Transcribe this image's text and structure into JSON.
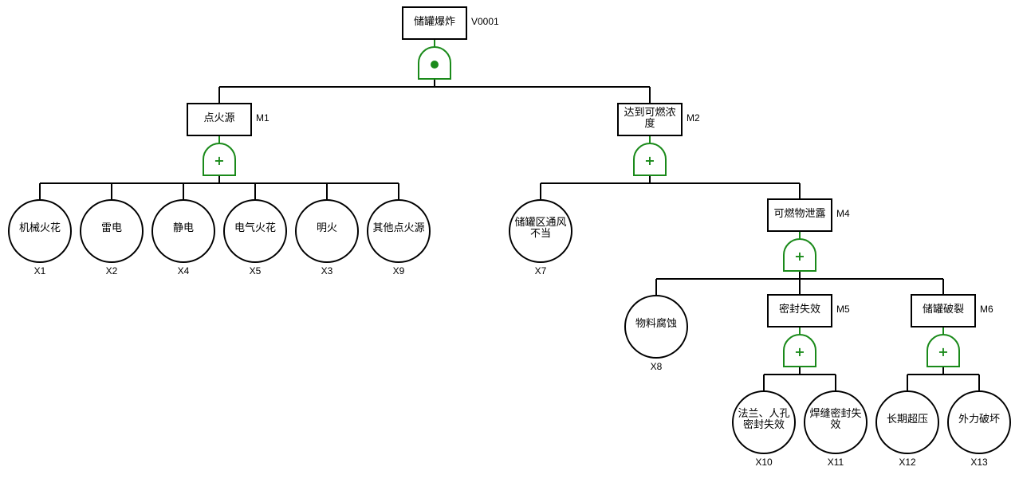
{
  "diagram": {
    "type": "fault-tree",
    "colors": {
      "line": "#000000",
      "gate": "#1a8a1a",
      "box_fill": "#ffffff"
    },
    "top_event": {
      "id": "T",
      "label": "储罐爆炸",
      "code": "V0001",
      "gate": "and"
    },
    "intermediate_events": [
      {
        "id": "M1",
        "label": "点火源",
        "code": "M1",
        "gate": "or",
        "parent": "T"
      },
      {
        "id": "M2",
        "label": "达到可燃浓度",
        "lines": [
          "达到可燃浓",
          "度"
        ],
        "code": "M2",
        "gate": "or",
        "parent": "T"
      },
      {
        "id": "M4",
        "label": "可燃物泄露",
        "code": "M4",
        "gate": "or",
        "parent": "M2"
      },
      {
        "id": "M5",
        "label": "密封失效",
        "code": "M5",
        "gate": "or",
        "parent": "M4"
      },
      {
        "id": "M6",
        "label": "储罐破裂",
        "code": "M6",
        "gate": "or",
        "parent": "M4"
      }
    ],
    "basic_events": [
      {
        "label": "机械火花",
        "code": "X1",
        "parent": "M1"
      },
      {
        "label": "雷电",
        "code": "X2",
        "parent": "M1"
      },
      {
        "label": "静电",
        "code": "X4",
        "parent": "M1"
      },
      {
        "label": "电气火花",
        "code": "X5",
        "parent": "M1"
      },
      {
        "label": "明火",
        "code": "X3",
        "parent": "M1"
      },
      {
        "label": "其他点火源",
        "code": "X9",
        "parent": "M1"
      },
      {
        "label": "储罐区通风不当",
        "lines": [
          "储罐区通风",
          "不当"
        ],
        "code": "X7",
        "parent": "M2"
      },
      {
        "label": "物料腐蚀",
        "code": "X8",
        "parent": "M4"
      },
      {
        "label": "法兰、人孔密封失效",
        "lines": [
          "法兰、人孔",
          "密封失效"
        ],
        "code": "X10",
        "parent": "M5"
      },
      {
        "label": "焊缝密封失效",
        "lines": [
          "焊缝密封失",
          "效"
        ],
        "code": "X11",
        "parent": "M5"
      },
      {
        "label": "长期超压",
        "code": "X12",
        "parent": "M6"
      },
      {
        "label": "外力破坏",
        "code": "X13",
        "parent": "M6"
      }
    ],
    "gate_symbols": {
      "and": "●",
      "or": "+"
    }
  }
}
